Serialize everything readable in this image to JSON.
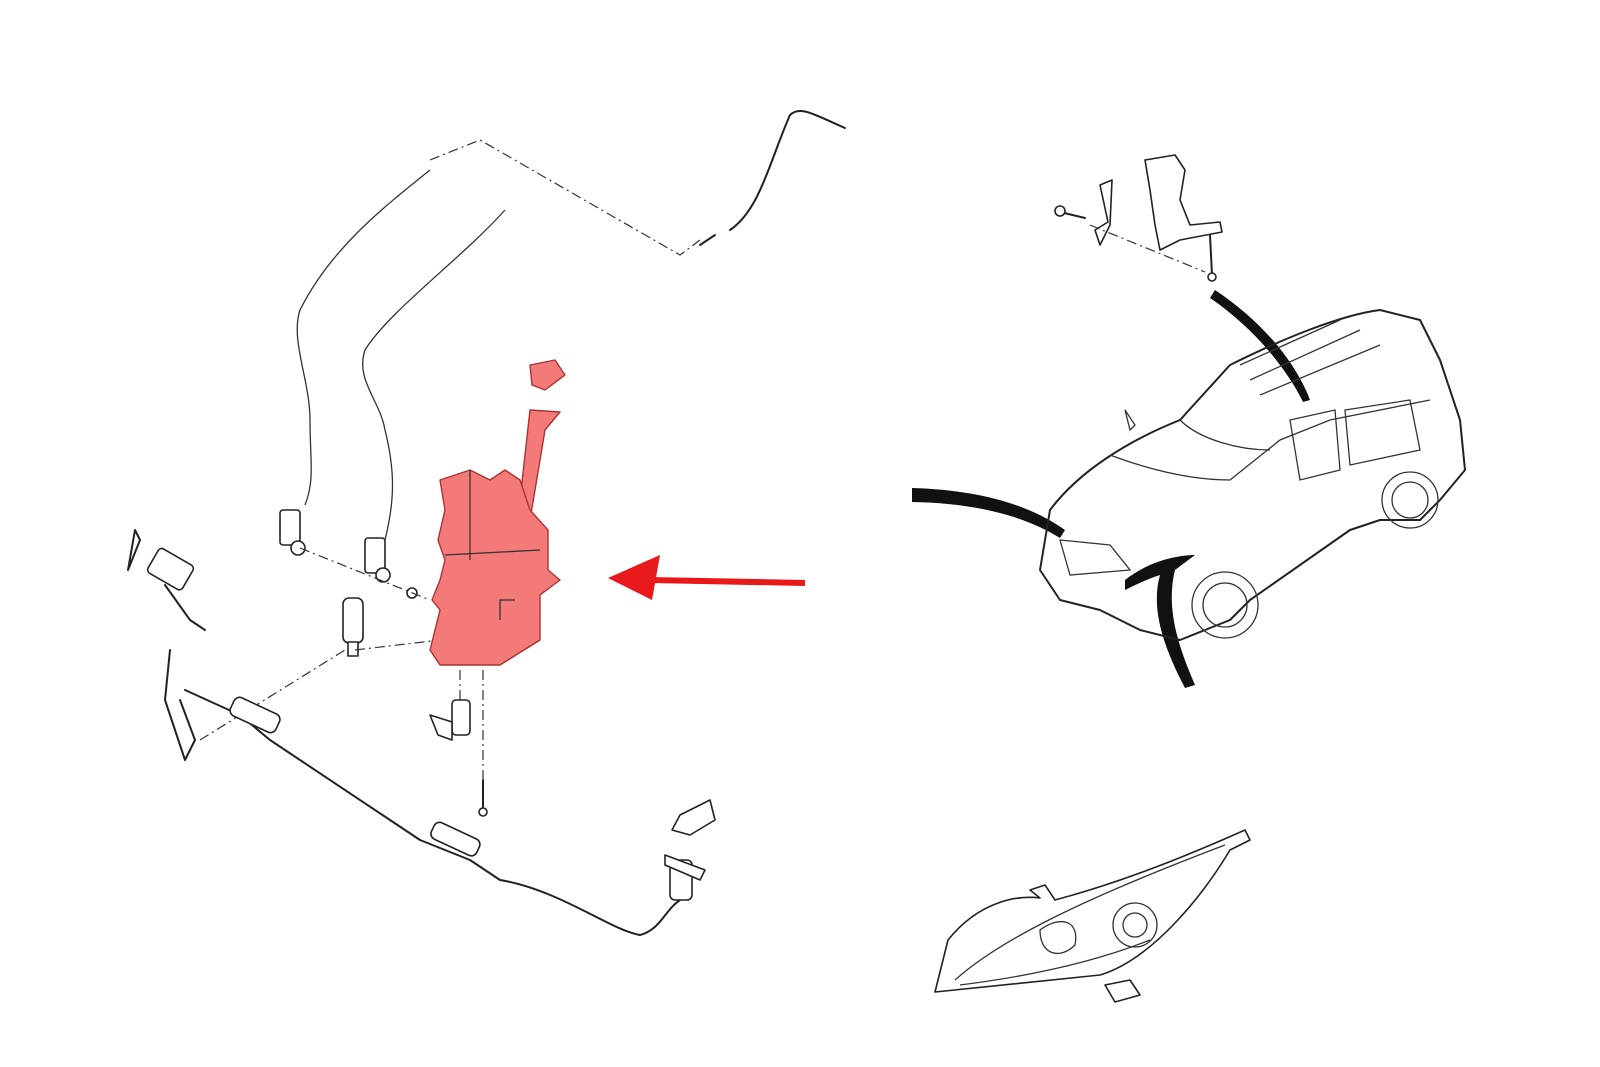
{
  "colors": {
    "highlight": "#f47a7a",
    "arrow": "#e8191a",
    "line": "#222222",
    "background": "#ffffff"
  },
  "icons": [
    "washer-reservoir-highlight",
    "pointer-arrow",
    "vehicle-outline",
    "headlamp",
    "level-sensor"
  ]
}
